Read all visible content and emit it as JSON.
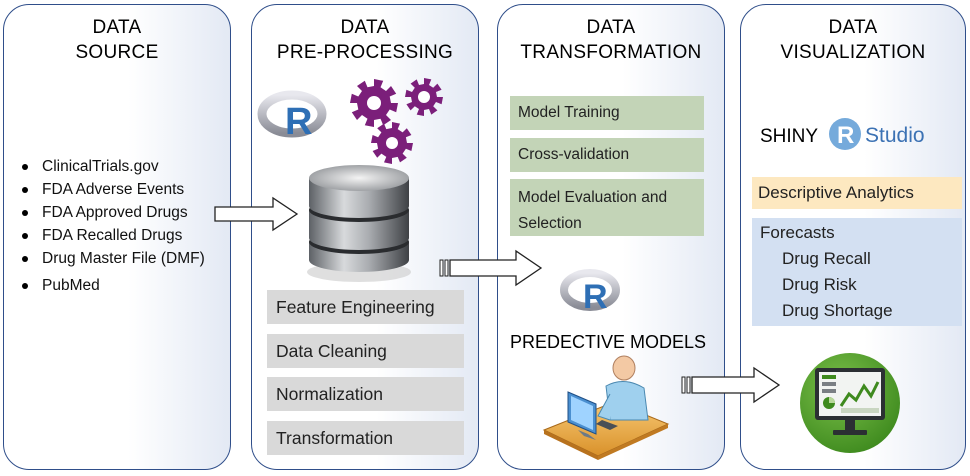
{
  "panels": [
    {
      "title_line1": "DATA",
      "title_line2": "SOURCE"
    },
    {
      "title_line1": "DATA",
      "title_line2": "PRE-PROCESSING"
    },
    {
      "title_line1": "DATA",
      "title_line2": "TRANSFORMATION"
    },
    {
      "title_line1": "DATA",
      "title_line2": "VISUALIZATION"
    }
  ],
  "sources": [
    "ClinicalTrials.gov",
    "FDA Adverse Events",
    "FDA Approved Drugs",
    "FDA Recalled Drugs",
    "Drug Master File (DMF)",
    "PubMed"
  ],
  "preprocessing_steps": [
    "Feature Engineering",
    "Data Cleaning",
    "Normalization",
    "Transformation"
  ],
  "transformation_steps": [
    "Model Training",
    "Cross-validation",
    "Model Evaluation and Selection"
  ],
  "predictive_label": "PREDECTIVE MODELS",
  "shiny_label": "SHINY",
  "rstudio_label": "Studio",
  "r_logo_letter": "R",
  "descriptive_label": "Descriptive Analytics",
  "forecasts": {
    "title": "Forecasts",
    "items": [
      "Drug Recall",
      "Drug Risk",
      "Drug Shortage"
    ]
  },
  "colors": {
    "panel_border": "#2f4e8a",
    "gear": "#7b1f7a",
    "gray_box": "#d9d9d9",
    "green_box": "#c3d4b7",
    "peach_box": "#fde8c0",
    "blue_box": "#d3e0f2",
    "monitor_bg": "#5aa02c"
  }
}
